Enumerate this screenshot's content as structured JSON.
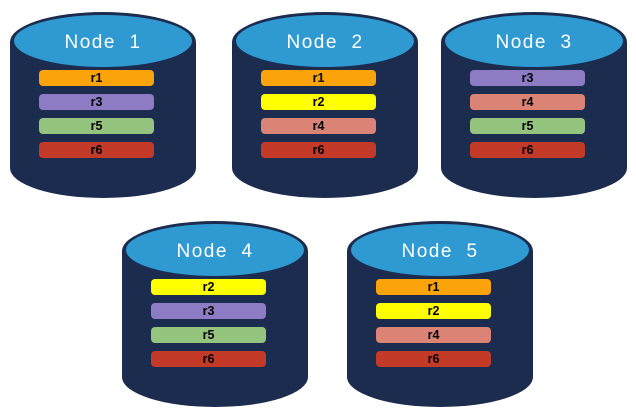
{
  "colors": {
    "canvas_background": "#FFFFFF",
    "cylinder_body": "#1B2C4F",
    "cylinder_top": "#2F9AD2",
    "title_text": "#FFFFFF",
    "partition_label_text": "#000000"
  },
  "partition_colors": {
    "r1": "#FBA30B",
    "r2": "#FFFF00",
    "r3": "#8D7CC4",
    "r4": "#DB8375",
    "r5": "#94C47E",
    "r6": "#C43A28"
  },
  "nodes": [
    {
      "title": "Node  1",
      "partitions": [
        "r1",
        "r3",
        "r5",
        "r6"
      ]
    },
    {
      "title": "Node  2",
      "partitions": [
        "r1",
        "r2",
        "r4",
        "r6"
      ]
    },
    {
      "title": "Node  3",
      "partitions": [
        "r3",
        "r4",
        "r5",
        "r6"
      ]
    },
    {
      "title": "Node  4",
      "partitions": [
        "r2",
        "r3",
        "r5",
        "r6"
      ]
    },
    {
      "title": "Node  5",
      "partitions": [
        "r1",
        "r2",
        "r4",
        "r6"
      ]
    }
  ]
}
